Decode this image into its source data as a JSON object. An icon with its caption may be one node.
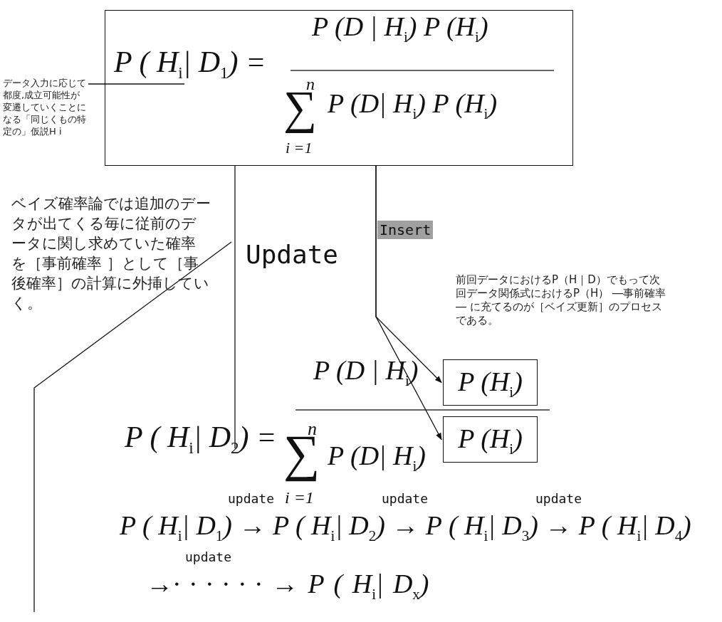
{
  "diagram": {
    "nodes": [
      {
        "text": [
          "P ( H$_{i}$| D$_{1}$) =",
          "P (D | H$_{i}$) P (H$_{i}$)",
          "n",
          "∑",
          "i =1",
          "P (D| H$_{i}$) P (H$_{i}$)"
        ]
      },
      {
        "text": [
          "データ入力に応じて都度,成立可能性が変遷していくことになる「同じくもの特定の」仮説H i"
        ]
      },
      {
        "text": [
          "ベイズ確率論では追加のデータが出てくる毎に従前のデータに関し求めていた確率を［事前確率 ］として［事後確率］の計算に外挿していく。"
        ]
      },
      {
        "text": [
          "Update"
        ]
      },
      {
        "text": [
          "P ( H$_{i}$| D$_{2}$) ="
        ]
      },
      {
        "text": [
          "P (H$_{i}$)"
        ]
      },
      {
        "text": [
          "P (H$_{i}$)"
        ]
      }
    ],
    "edges": [
      {
        "from": 1,
        "to": 0,
        "arrow": "none"
      },
      {
        "from": 0,
        "to": 4,
        "arrow": "none"
      },
      {
        "from": 0,
        "to": 5,
        "arrow": "to",
        "label": "Insert"
      },
      {
        "from": 0,
        "to": 6,
        "arrow": "to"
      },
      {
        "from": null,
        "to": 3,
        "arrow": "none"
      }
    ],
    "labels": [
      "前回データにおけるP（H｜D）でもって次回データ関係式におけるP（H） ―事前確率― に充てるのが［ベイズ更新］のプロセスである。",
      "P (D | H$_{i}$)",
      "n",
      "∑",
      "i =1",
      "P (D| H$_{i}$)",
      "update",
      "update",
      "update",
      "P ( H$_{i}$| D$_{1}$) → P ( H$_{i}$| D$_{2}$) → P ( H$_{i}$| D$_{3}$) → P ( H$_{i}$| D$_{4}$)",
      "update",
      "→· · · · · · → P ( H$_{i}$| D$_{x}$)"
    ]
  }
}
